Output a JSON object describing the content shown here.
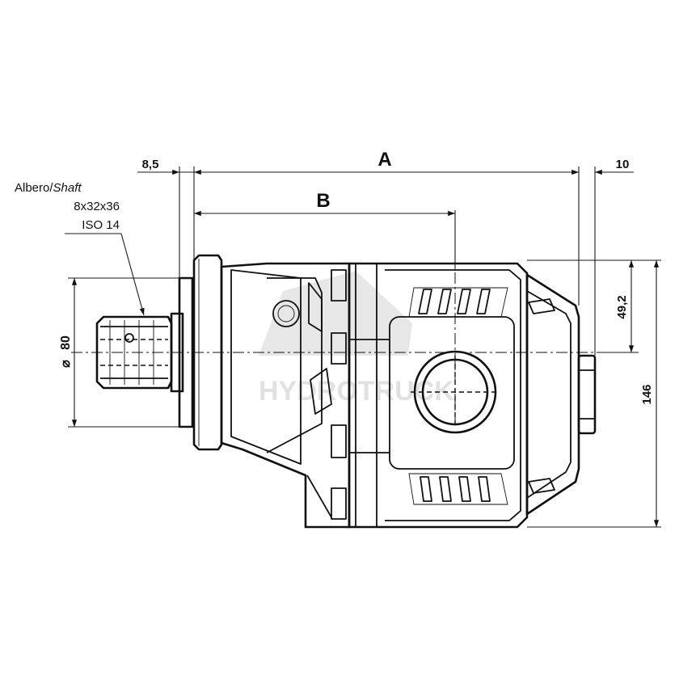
{
  "annotations": {
    "shaft_label_line1_regular": "Albero/",
    "shaft_label_line1_italic": "Shaft",
    "shaft_label_line2": "8x32x36",
    "shaft_label_line3": "ISO 14"
  },
  "dimensions": {
    "overall": "A",
    "body": "B",
    "flange_offset": "8,5",
    "rear_offset": "10",
    "shaft_diameter": "80",
    "shaft_diameter_symbol": "⌀",
    "centre_height": "49,2",
    "total_height": "146"
  },
  "watermark": {
    "text": "HYDROTRUCK"
  }
}
